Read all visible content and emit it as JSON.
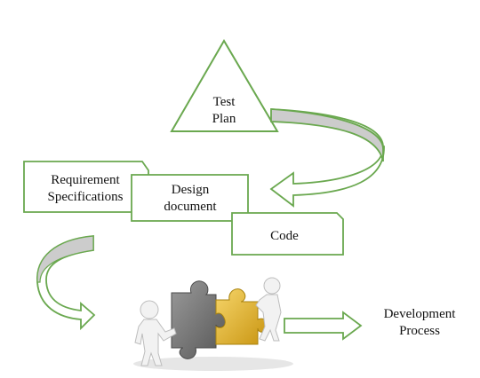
{
  "diagram": {
    "test_plan": {
      "line1": "Test",
      "line2": "Plan"
    },
    "requirement": {
      "line1": "Requirement",
      "line2": "Specifications"
    },
    "design": {
      "line1": "Design",
      "line2": "document"
    },
    "code": {
      "label": "Code"
    },
    "development": {
      "line1": "Development",
      "line2": "Process"
    }
  },
  "colors": {
    "outline_green": "#6aa84f",
    "arrow_fill": "#cccccc",
    "puzzle_gray": "#6e6e6e",
    "puzzle_gold": "#e6b422"
  },
  "illustration": {
    "name": "puzzle-people-illustration"
  }
}
